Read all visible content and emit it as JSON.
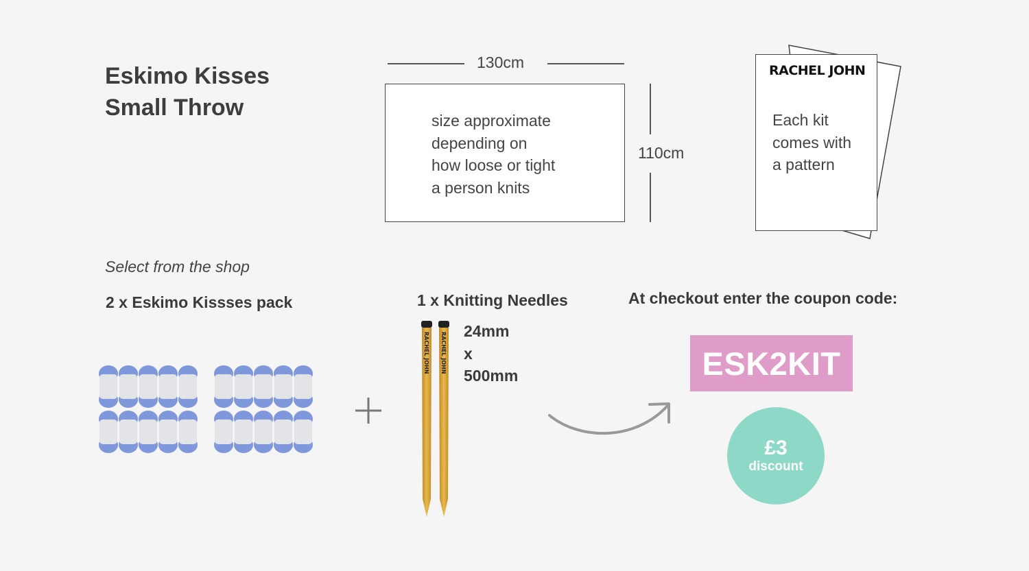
{
  "title_line1": "Eskimo Kisses",
  "title_line2": "Small Throw",
  "dimensions": {
    "width": "130cm",
    "height": "110cm"
  },
  "size_note": "size approximate\ndepending on\nhow loose or tight\na person knits",
  "pattern_card": {
    "brand": "RACHEL JOHN",
    "note": "Each kit\ncomes with\na pattern"
  },
  "select_label": "Select from the shop",
  "pack": {
    "label": "2 x Eskimo Kissses pack",
    "yarn_color": "#7f98dc",
    "band_color": "#e2e4e8"
  },
  "plus_symbol": "+",
  "needles": {
    "label": "1 x Knitting Needles",
    "size": "24mm\nx\n500mm",
    "brand": "RACHEL JOHN",
    "wood_color": "#d9a53f"
  },
  "coupon": {
    "label": "At checkout enter the coupon code:",
    "code": "ESK2KIT",
    "color": "#e09cc8"
  },
  "discount": {
    "amount": "£3",
    "text": "discount",
    "color": "#8dd8c6"
  },
  "icons": [
    "yarn-ball-icon",
    "knitting-needle-icon",
    "curved-arrow-icon",
    "plus-icon"
  ]
}
